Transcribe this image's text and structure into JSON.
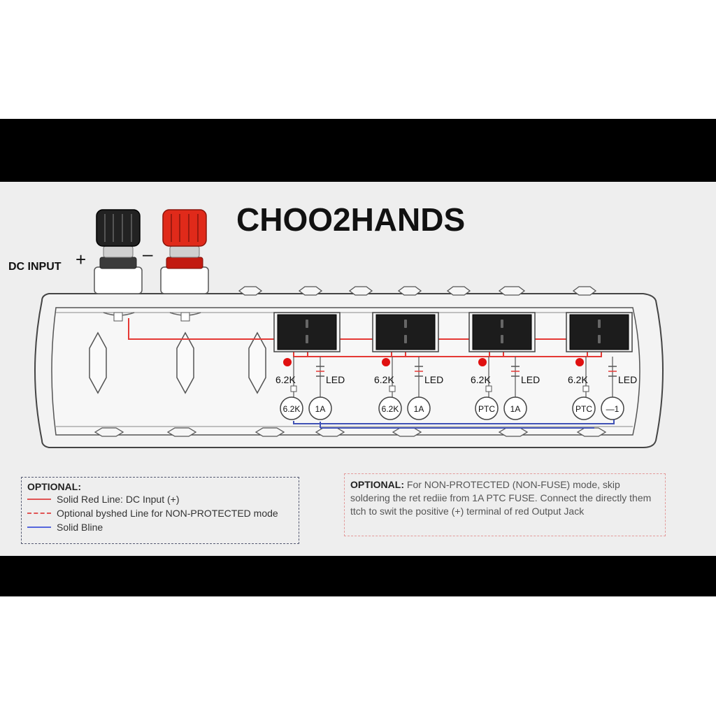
{
  "title": "CHOO2HANDS",
  "input": {
    "label": "DC INPUT",
    "plus_sign": "+",
    "minus_sign": "–"
  },
  "modules": [
    {
      "resistor_label": "6.2K",
      "led_label": "LED",
      "left_circle": "6.2K",
      "right_circle": "1A"
    },
    {
      "resistor_label": "6.2K",
      "led_label": "LED",
      "left_circle": "6.2K",
      "right_circle": "1A"
    },
    {
      "resistor_label": "6.2K",
      "led_label": "LED",
      "left_circle": "PTC",
      "right_circle": "1A"
    },
    {
      "resistor_label": "6.2K",
      "led_label": "LED",
      "left_circle": "PTC",
      "right_circle": "—1"
    }
  ],
  "legend": {
    "title": "OPTIONAL:",
    "items": [
      {
        "text": "Solid Red Line: DC Input (+)",
        "style": "solid",
        "color": "#e05555"
      },
      {
        "text": "Optional byshed Line for NON-PROTECTED mode",
        "style": "dashed",
        "color": "#e05555"
      },
      {
        "text": "Solid Bline",
        "style": "solid",
        "color": "#5566dd"
      }
    ]
  },
  "note": {
    "title": "OPTIONAL:",
    "text": "For NON-PROTECTED (NON-FUSE) mode, skip soldering the ret rediie from 1A PTC FUSE. Connect the directly them ttch to swit the positive (+) terminal of red Output Jack"
  },
  "colors": {
    "wire_red": "#e53935",
    "wire_blue": "#3f51b5",
    "dot_red": "#e01010",
    "terminal_red": "#e02a1a",
    "terminal_black": "#222222",
    "switch_black": "#1c1c1c"
  }
}
